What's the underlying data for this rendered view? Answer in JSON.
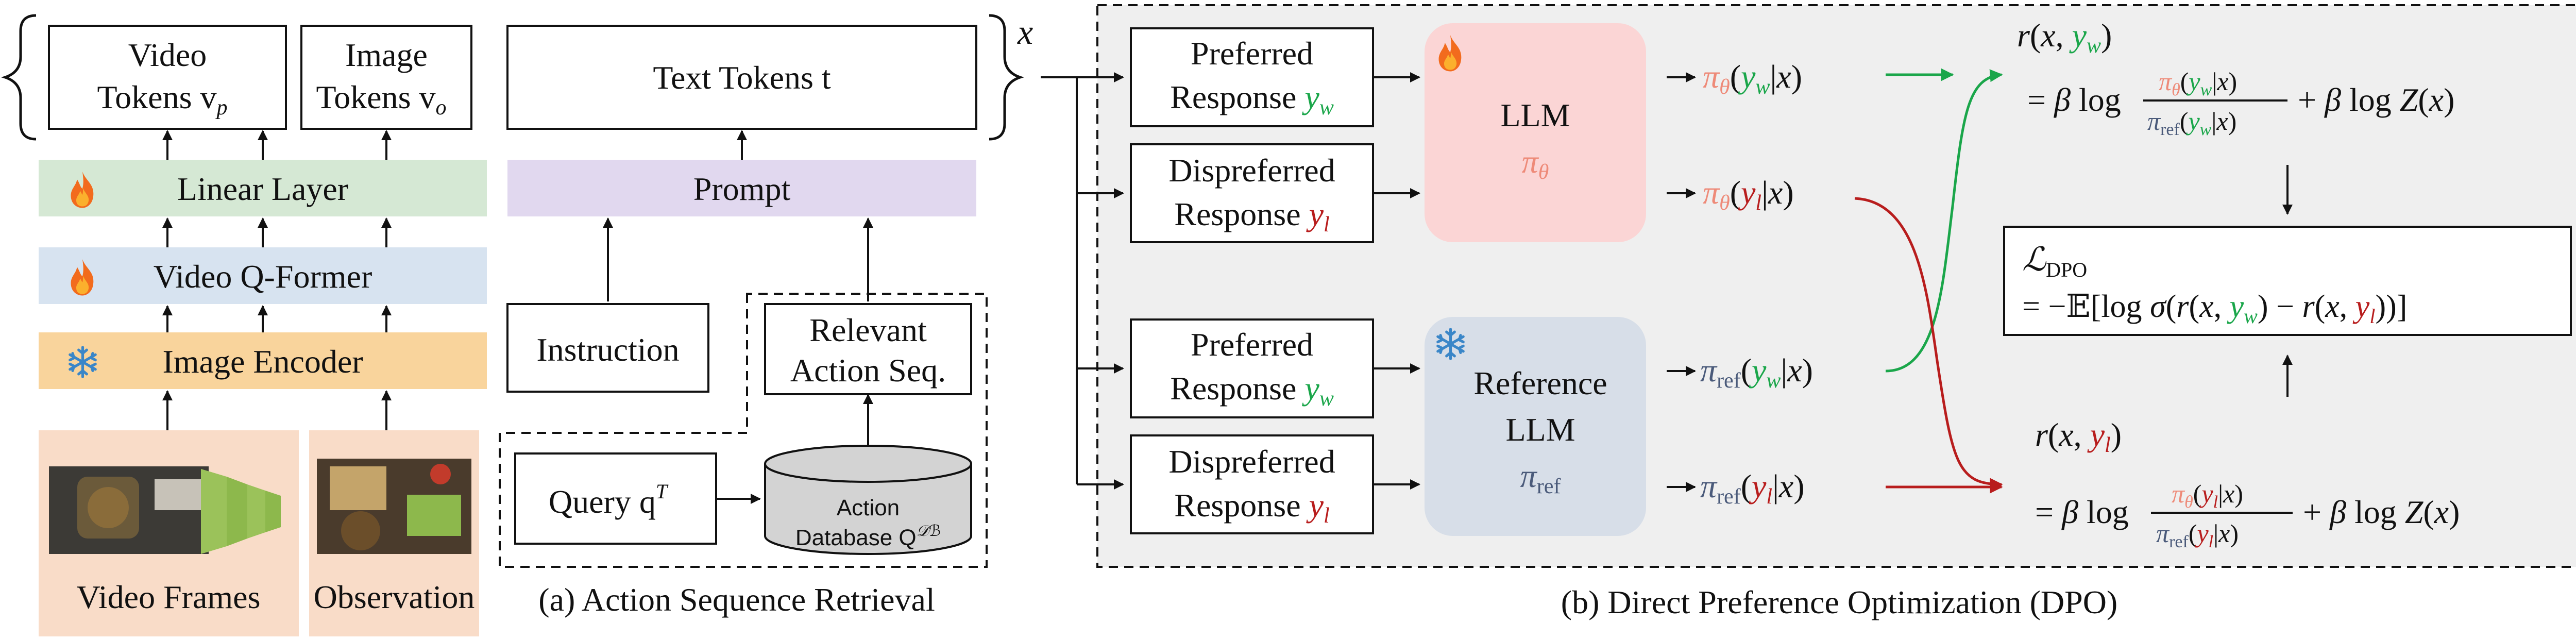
{
  "left": {
    "video_tokens": [
      "Video",
      "Tokens v",
      "p"
    ],
    "image_tokens": [
      "Image",
      "Tokens v",
      "o"
    ],
    "text_tokens": "Text Tokens t",
    "x_symbol": "x",
    "linear_layer": "Linear Layer",
    "video_qformer": "Video Q-Former",
    "image_encoder": "Image Encoder",
    "prompt": "Prompt",
    "instruction": "Instruction",
    "relevant_action": [
      "Relevant",
      "Action Seq."
    ],
    "query": "Query q",
    "query_sup": "T",
    "action_db": [
      "Action",
      "Database Q"
    ],
    "action_db_sup": "𝒟ℬ",
    "video_frames": "Video Frames",
    "observation": "Observation",
    "caption_a": "(a) Action Sequence Retrieval"
  },
  "right": {
    "preferred": [
      "Preferred",
      "Response "
    ],
    "dispreferred": [
      "Dispreferred",
      "Response "
    ],
    "yw": "y",
    "yw_sub": "w",
    "yl": "y",
    "yl_sub": "l",
    "llm": "LLM",
    "pi_theta": "π",
    "theta_sub": "θ",
    "reference_llm": [
      "Reference",
      "LLM"
    ],
    "pi_ref": "π",
    "ref_sub": "ref",
    "out_pt_yw": "πθ(yw|x)",
    "out_pt_yl": "πθ(yl|x)",
    "out_pr_yw": "πref(yw|x)",
    "out_pr_yl": "πref(yl|x)",
    "r_yw_head": "r(x, yw)",
    "r_yw_eq": "= β log πθ(yw|x) / πref(yw|x) + β log Z(x)",
    "r_yl_head": "r(x, yl)",
    "r_yl_eq": "= β log πθ(yl|x) / πref(yl|x) + β log Z(x)",
    "loss_head": "ℒDPO",
    "loss_eq": "= −𝔼[log σ(r(x, yw) − r(x, yl))]",
    "caption_b": "(b) Direct Preference Optimization (DPO)"
  },
  "colors": {
    "linear_layer": "#d5e8d4",
    "qformer": "#d7e3f0",
    "image_encoder": "#f9d49c",
    "prompt": "#e1d8ef",
    "llm": "#fbd5d5",
    "reference_llm": "#d7dee8",
    "panel_b": "#efefef",
    "frames_bg": "#f9dcc8",
    "green": "#1aa64a",
    "red": "#b81d1d",
    "salmon": "#ee8a78",
    "slate": "#4a5a7a"
  },
  "icons": [
    "fire-icon",
    "snowflake-icon"
  ]
}
